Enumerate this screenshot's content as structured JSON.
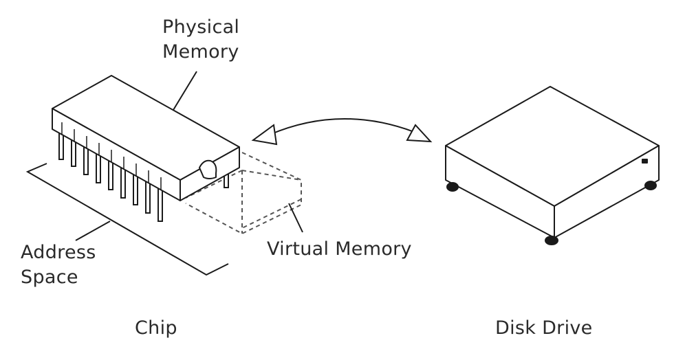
{
  "labels": {
    "physical_memory": [
      "Physical",
      "Memory"
    ],
    "virtual_memory": "Virtual Memory",
    "address_space": [
      "Address",
      "Space"
    ],
    "chip": "Chip",
    "disk_drive": "Disk Drive"
  },
  "colors": {
    "line": "#1a1a1a",
    "dashed_line": "#555555",
    "background": "#ffffff"
  }
}
